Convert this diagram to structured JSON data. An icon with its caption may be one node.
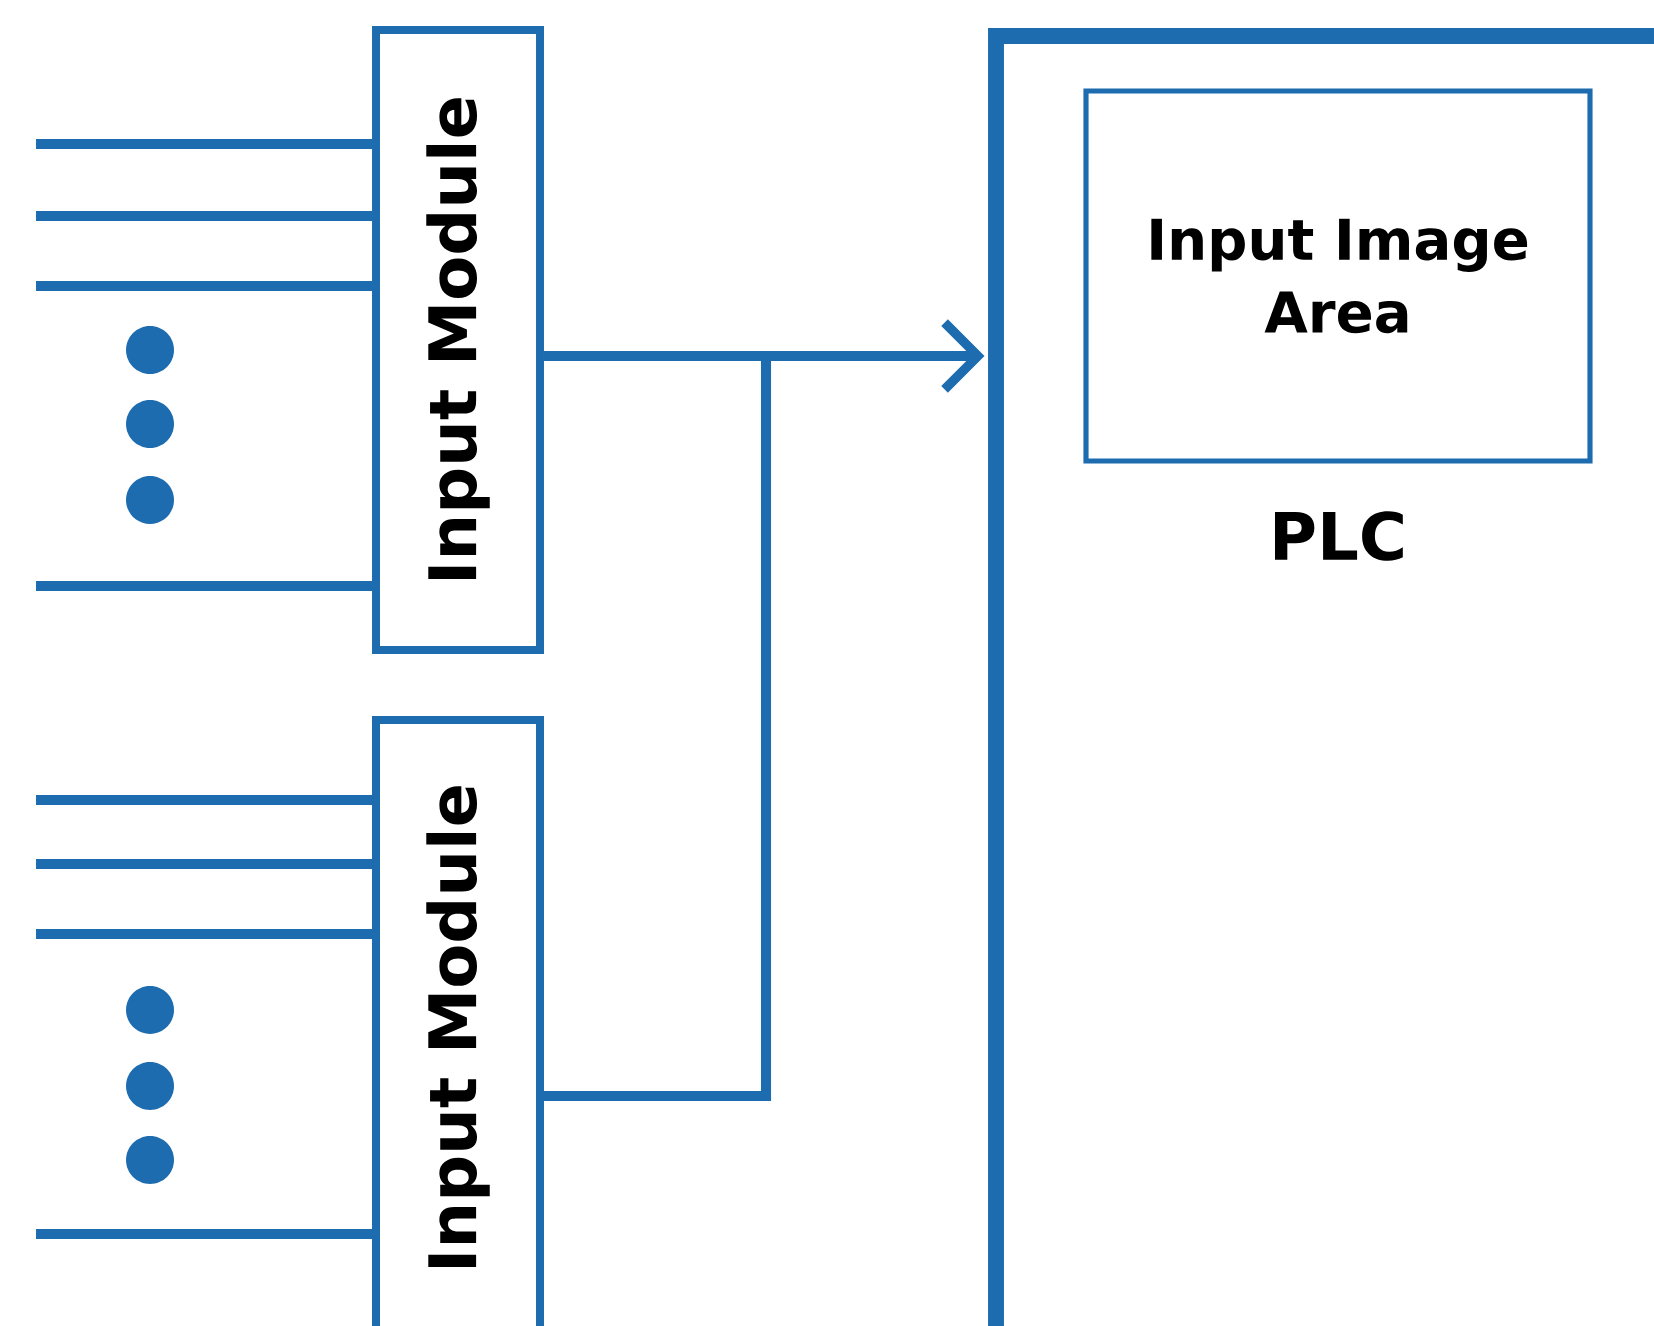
{
  "diagram": {
    "nodes": [
      {
        "text": [
          "Input Module"
        ]
      },
      {
        "text": [
          "Input Module"
        ]
      },
      {
        "text": [
          "PLC"
        ]
      },
      {
        "text": [
          "Input Image Area"
        ],
        "in": 2
      }
    ],
    "edges": [
      {
        "from": null,
        "to": 0,
        "arrow": "none"
      },
      {
        "from": null,
        "to": 0,
        "arrow": "none"
      },
      {
        "from": null,
        "to": 0,
        "arrow": "none"
      },
      {
        "from": null,
        "to": 0,
        "arrow": "none"
      },
      {
        "from": null,
        "to": 1,
        "arrow": "none"
      },
      {
        "from": null,
        "to": 1,
        "arrow": "none"
      },
      {
        "from": null,
        "to": 1,
        "arrow": "none"
      },
      {
        "from": null,
        "to": 1,
        "arrow": "none"
      },
      {
        "from": 0,
        "to": 2,
        "arrow": "to"
      },
      {
        "from": 1,
        "to": 2,
        "arrow": "to"
      }
    ]
  }
}
